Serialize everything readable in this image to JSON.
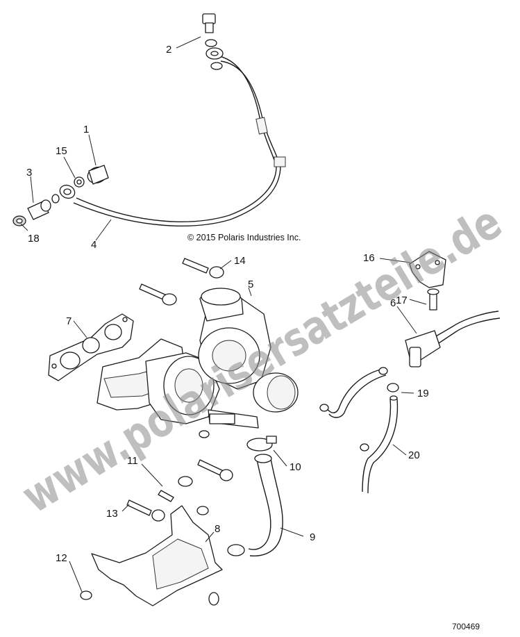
{
  "copyright": "© 2015 Polaris Industries Inc.",
  "diagram_number": "700469",
  "watermark": "www.polarisersatzteile.de",
  "callouts": {
    "c1": "1",
    "c2": "2",
    "c3": "3",
    "c4": "4",
    "c5": "5",
    "c6": "6",
    "c7": "7",
    "c8": "8",
    "c9": "9",
    "c10": "10",
    "c11": "11",
    "c12": "12",
    "c13": "13",
    "c14": "14",
    "c15": "15",
    "c16": "16",
    "c17": "17",
    "c18": "18",
    "c19": "19",
    "c20": "20"
  }
}
